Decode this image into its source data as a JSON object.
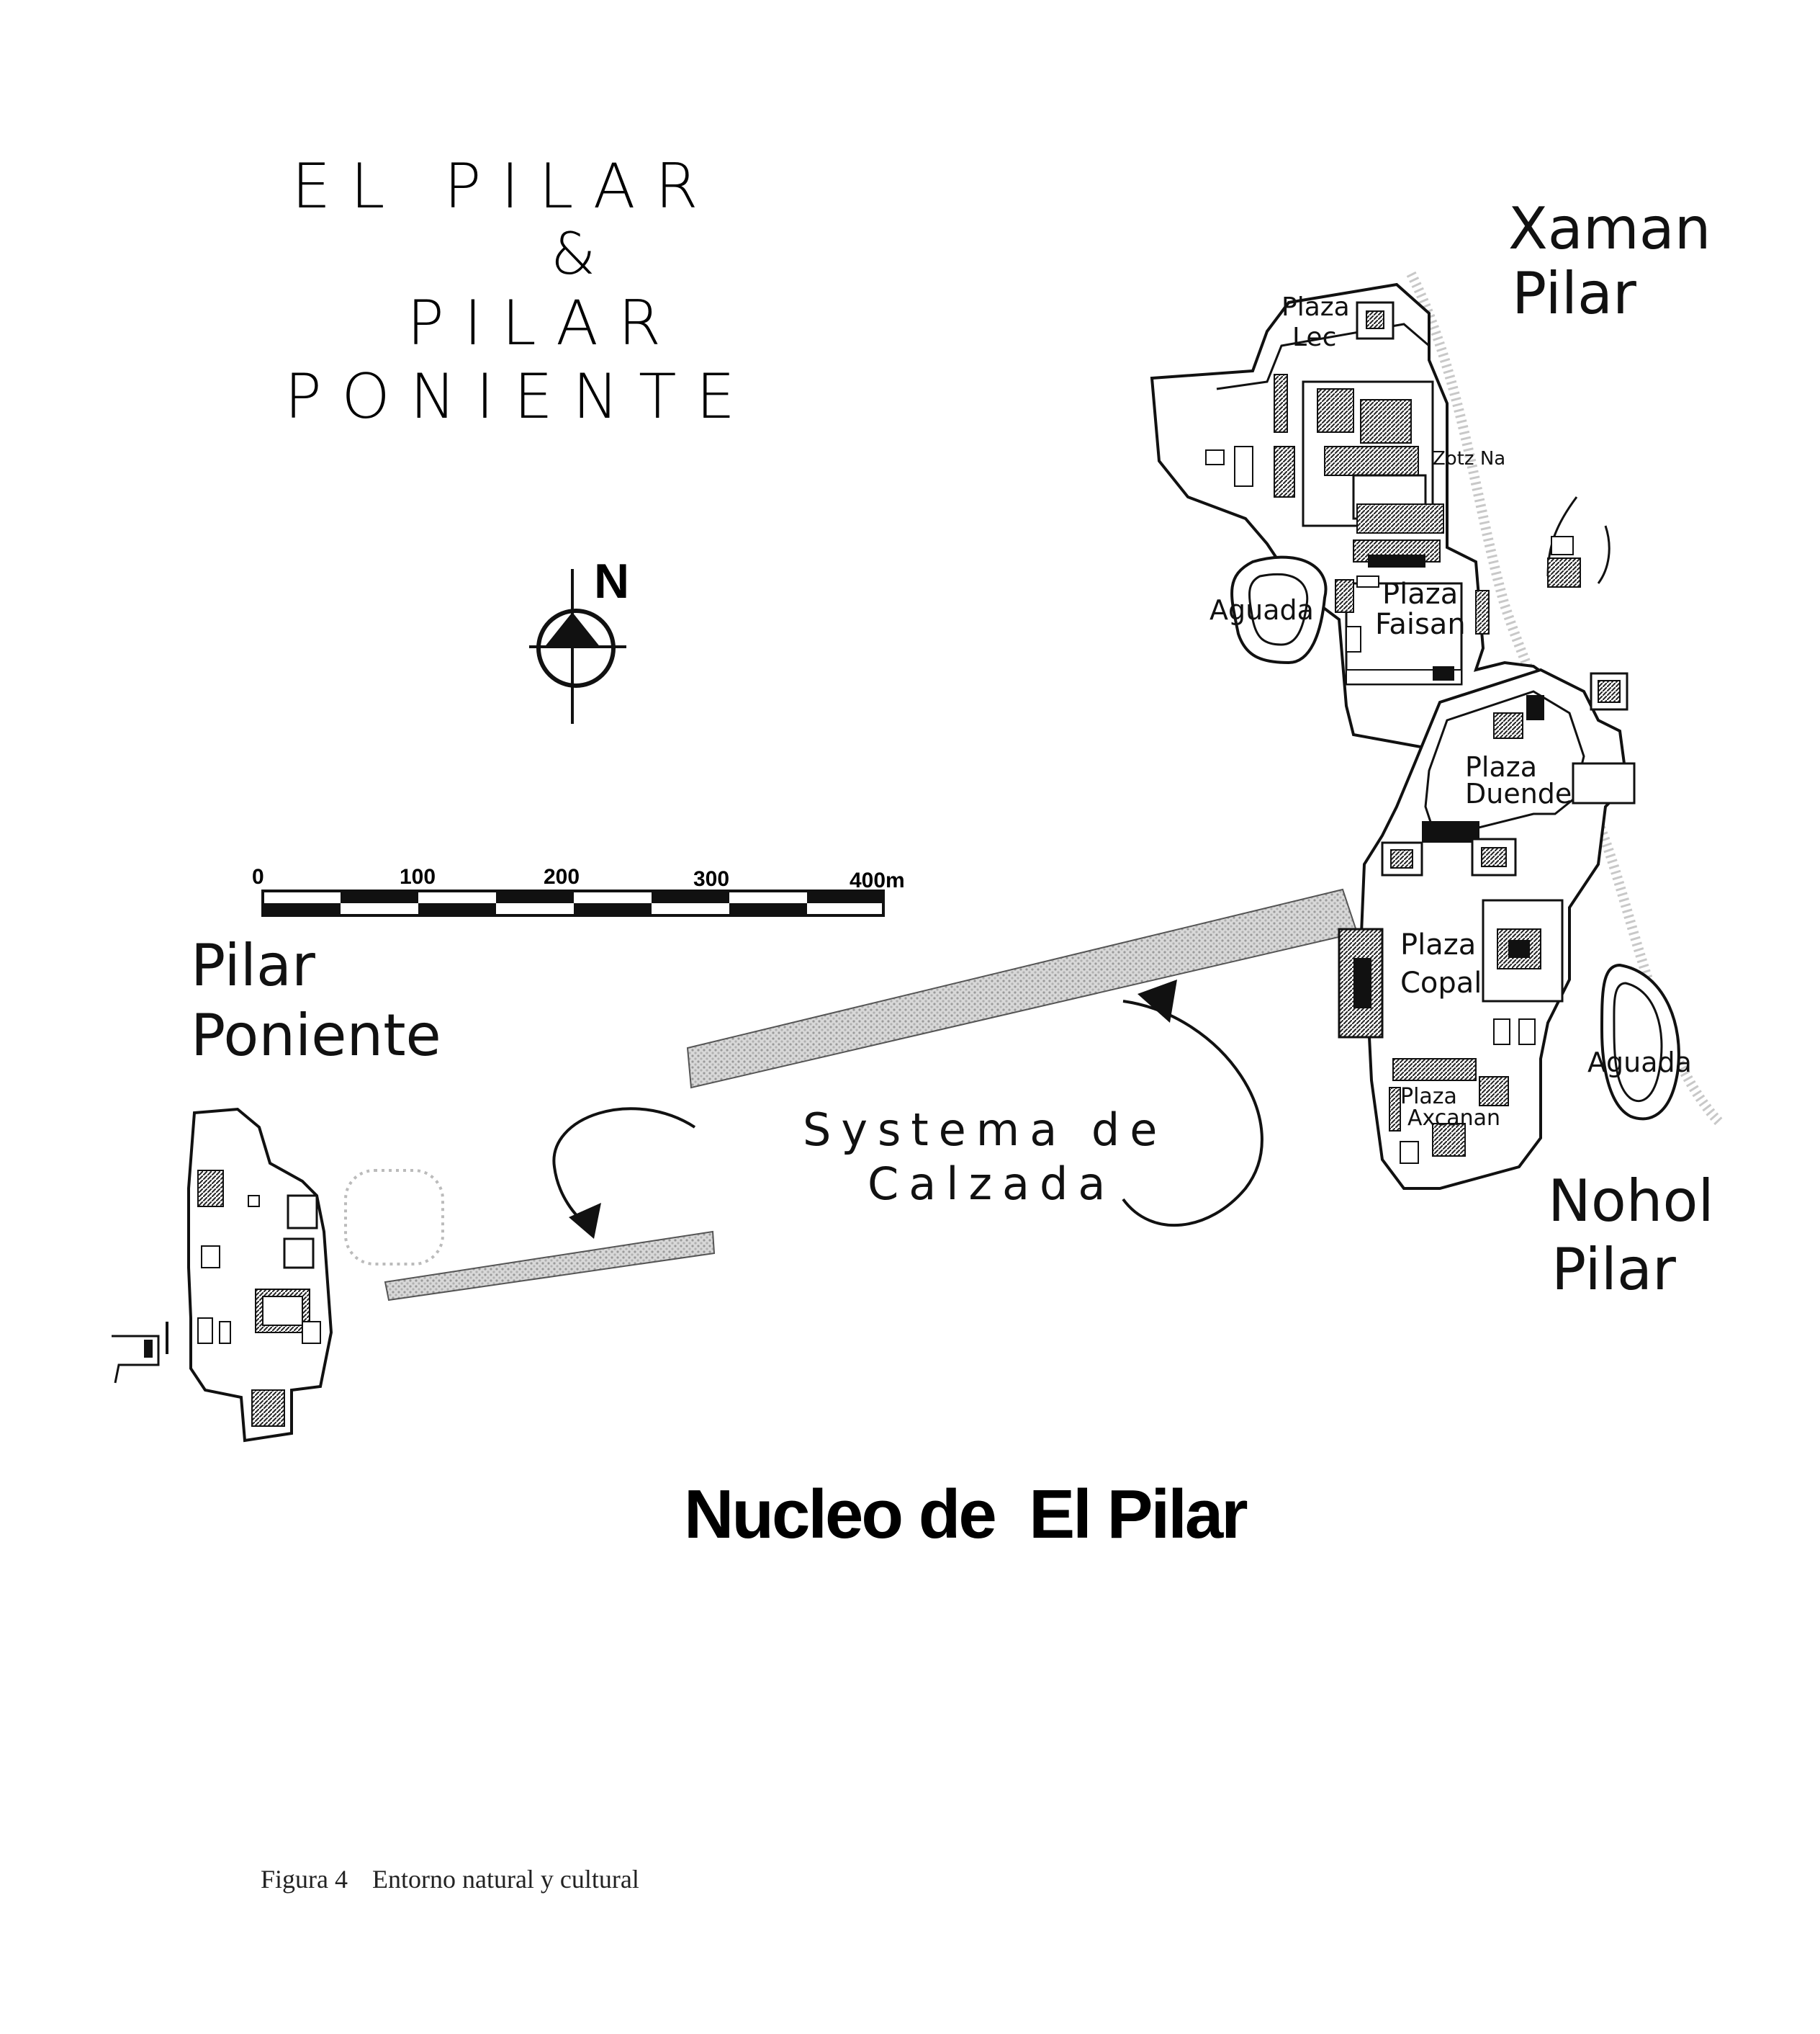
{
  "title": {
    "line1": "E L   P I L A R",
    "line2": "&",
    "line3": "P I L A R",
    "line4": "P O N I E N T E"
  },
  "north_label": "N",
  "scale": {
    "ticks": [
      "0",
      "100",
      "200",
      "300",
      "400m"
    ]
  },
  "groups": {
    "xaman": {
      "line1": "Xaman",
      "line2": "Pilar"
    },
    "nohol": {
      "line1": "Nohol",
      "line2": "Pilar"
    },
    "poniente": {
      "line1": "Pilar",
      "line2": "Poniente"
    }
  },
  "plazas": {
    "lec": {
      "line1": "Plaza",
      "line2": "Lec"
    },
    "zotz_na": "Zotz Na",
    "faisan": {
      "line1": "Plaza",
      "line2": "Faisan"
    },
    "duende": {
      "line1": "Plaza",
      "line2": "Duende"
    },
    "copal": {
      "line1": "Plaza",
      "line2": "Copal"
    },
    "axcanan": {
      "line1": "Plaza",
      "line2": "Axcanan"
    }
  },
  "aguada_north": "Aguada",
  "aguada_south": "Aguada",
  "causeway": {
    "line1": "Systema de",
    "line2": "Calzada"
  },
  "core_title": "Nucleo de  El Pilar",
  "caption": {
    "figure": "Figura 4",
    "text": "Entorno natural y cultural"
  }
}
